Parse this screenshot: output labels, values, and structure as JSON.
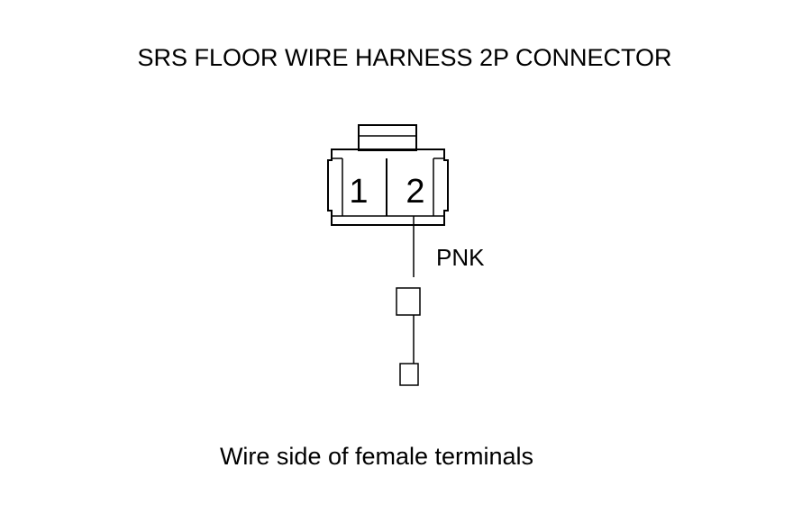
{
  "title": "SRS FLOOR WIRE HARNESS 2P CONNECTOR",
  "connector": {
    "pins": [
      "1",
      "2"
    ]
  },
  "wire": {
    "color_label": "PNK"
  },
  "caption": "Wire side of female terminals"
}
